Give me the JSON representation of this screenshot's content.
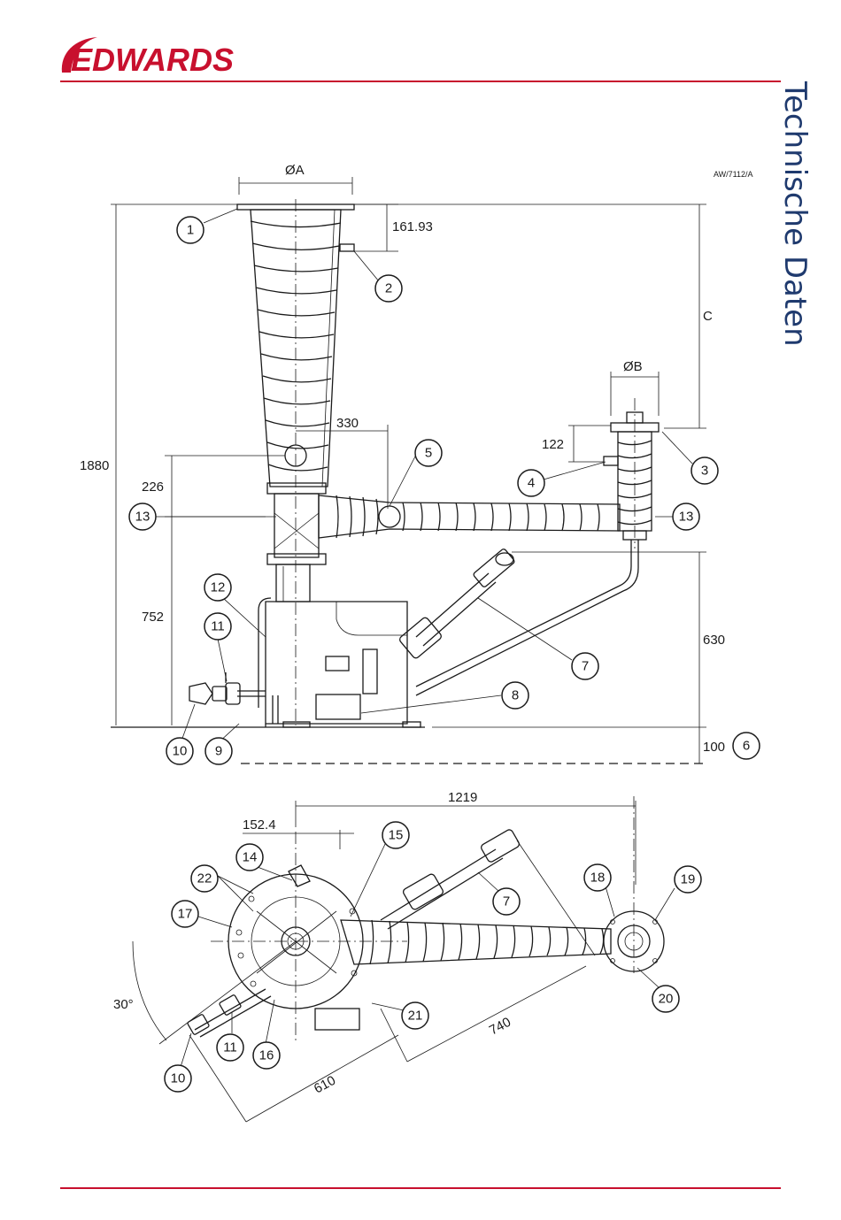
{
  "brand": {
    "name": "EDWARDS",
    "color": "#c8102e"
  },
  "side_title": "Technische Daten",
  "drawing_ref": "AW/7112/A",
  "dimensions": {
    "oa": "ØA",
    "ob": "ØB",
    "c": "C",
    "d161": "161.93",
    "d1880": "1880",
    "d330": "330",
    "d226": "226",
    "d122": "122",
    "d752": "752",
    "d630": "630",
    "d100": "100",
    "d1219": "1219",
    "d152": "152.4",
    "d30": "30°",
    "d740": "740",
    "d610": "610"
  },
  "callouts": {
    "c1": "1",
    "c2": "2",
    "c3": "3",
    "c4": "4",
    "c5": "5",
    "c6": "6",
    "c7": "7",
    "c8": "8",
    "c9": "9",
    "c10": "10",
    "c11": "11",
    "c12": "12",
    "c13": "13",
    "c14": "14",
    "c15": "15",
    "c16": "16",
    "c17": "17",
    "c18": "18",
    "c19": "19",
    "c20": "20",
    "c21": "21",
    "c22": "22"
  }
}
